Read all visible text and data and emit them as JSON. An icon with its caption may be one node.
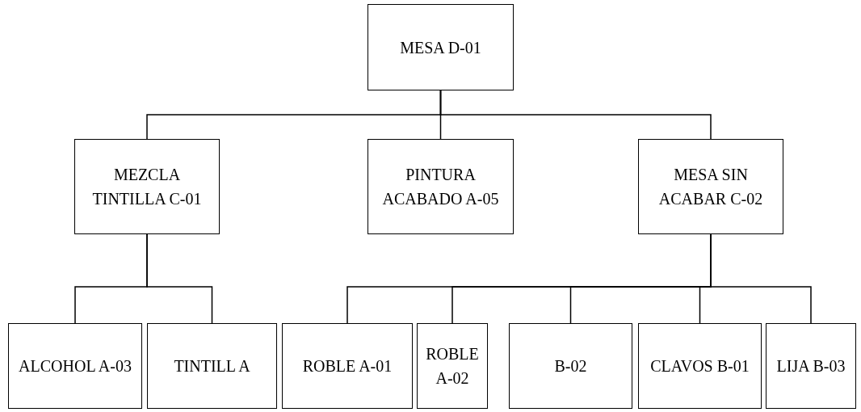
{
  "diagram": {
    "nodes": [
      {
        "text": [
          "MESA D-01"
        ]
      },
      {
        "text": [
          "MEZCLA TINTILLA C-01"
        ]
      },
      {
        "text": [
          "PINTURA ACABADO A-05"
        ]
      },
      {
        "text": [
          "MESA SIN ACABAR C-02"
        ]
      },
      {
        "text": [
          "ALCOHOL A-03"
        ]
      },
      {
        "text": [
          "TINTILL A"
        ]
      },
      {
        "text": [
          "ROBLE A-01"
        ]
      },
      {
        "text": [
          "ROBLE A-02"
        ]
      },
      {
        "text": [
          "B-02"
        ]
      },
      {
        "text": [
          "CLAVOS B-01"
        ]
      },
      {
        "text": [
          "LIJA B-03"
        ]
      }
    ],
    "edges": [
      {
        "from": 0,
        "to": 1,
        "arrow": "none"
      },
      {
        "from": 0,
        "to": 2,
        "arrow": "none"
      },
      {
        "from": 0,
        "to": 3,
        "arrow": "none"
      },
      {
        "from": 1,
        "to": 4,
        "arrow": "none"
      },
      {
        "from": 1,
        "to": 5,
        "arrow": "none"
      },
      {
        "from": 3,
        "to": 6,
        "arrow": "none"
      },
      {
        "from": 3,
        "to": 7,
        "arrow": "none"
      },
      {
        "from": 3,
        "to": 8,
        "arrow": "none"
      },
      {
        "from": 3,
        "to": 9,
        "arrow": "none"
      },
      {
        "from": 3,
        "to": 10,
        "arrow": "none"
      }
    ]
  }
}
